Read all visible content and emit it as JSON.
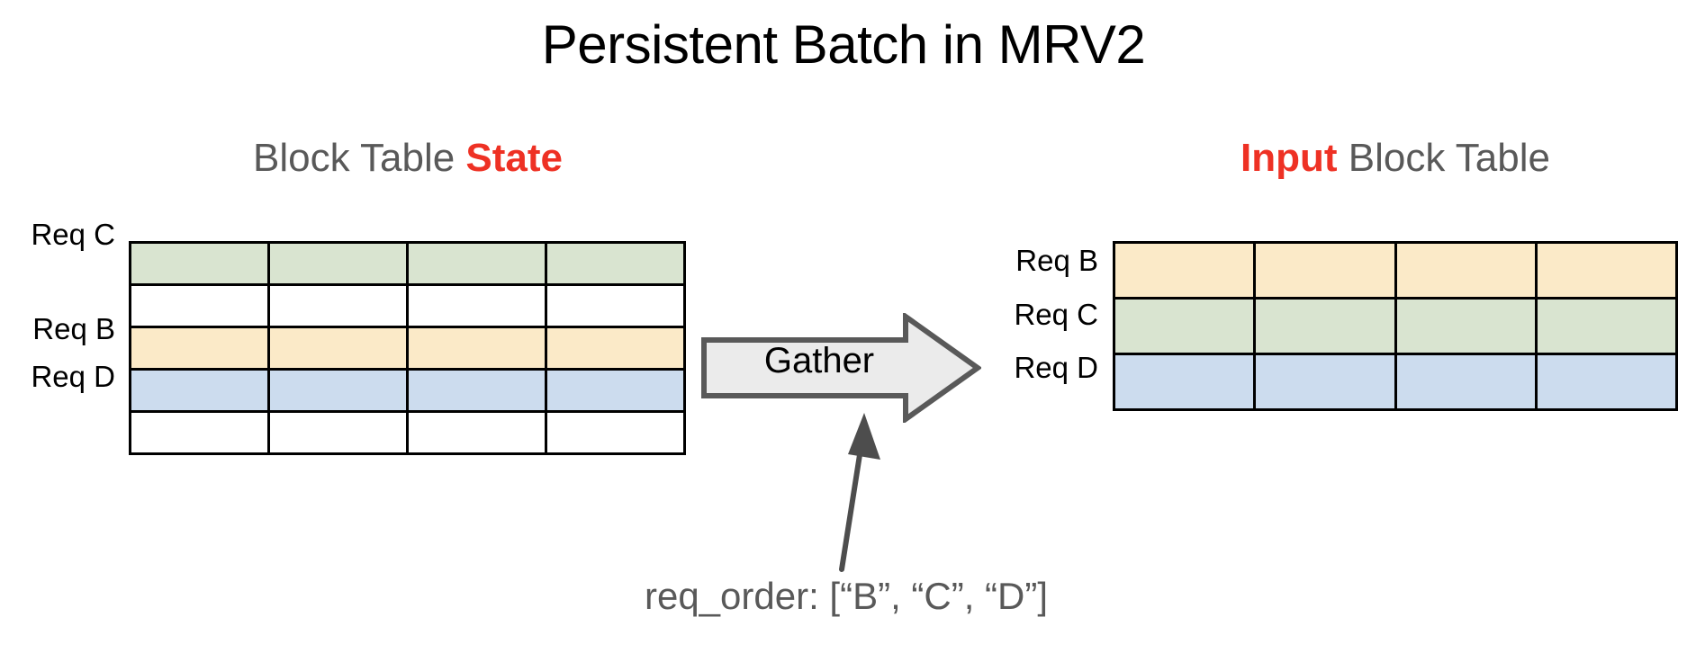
{
  "page": {
    "title": "Persistent Batch in MRV2",
    "background_color": "#ffffff"
  },
  "colors": {
    "accent_red": "#ee3124",
    "heading_gray": "#595959",
    "green": "#d9e4d0",
    "yellow": "#fbeac8",
    "blue": "#ccdcee",
    "border": "#000000",
    "arrow_fill": "#ebebeb",
    "arrow_stroke": "#595959"
  },
  "left_panel": {
    "heading_prefix": "Block Table ",
    "heading_accent": "State",
    "columns": 4,
    "rows": [
      {
        "label": "Req C",
        "color_name": "green",
        "filled": true
      },
      {
        "label": "",
        "color_name": "empty",
        "filled": false
      },
      {
        "label": "Req B",
        "color_name": "yellow",
        "filled": true
      },
      {
        "label": "Req D",
        "color_name": "blue",
        "filled": true
      },
      {
        "label": "",
        "color_name": "empty",
        "filled": false
      }
    ]
  },
  "right_panel": {
    "heading_accent": "Input",
    "heading_suffix": " Block Table",
    "columns": 4,
    "rows": [
      {
        "label": "Req B",
        "color_name": "yellow",
        "filled": true
      },
      {
        "label": "Req C",
        "color_name": "green",
        "filled": true
      },
      {
        "label": "Req D",
        "color_name": "blue",
        "filled": true
      }
    ]
  },
  "gather": {
    "label": "Gather"
  },
  "caption": {
    "text": "req_order: [“B”, “C”, “D”]"
  }
}
